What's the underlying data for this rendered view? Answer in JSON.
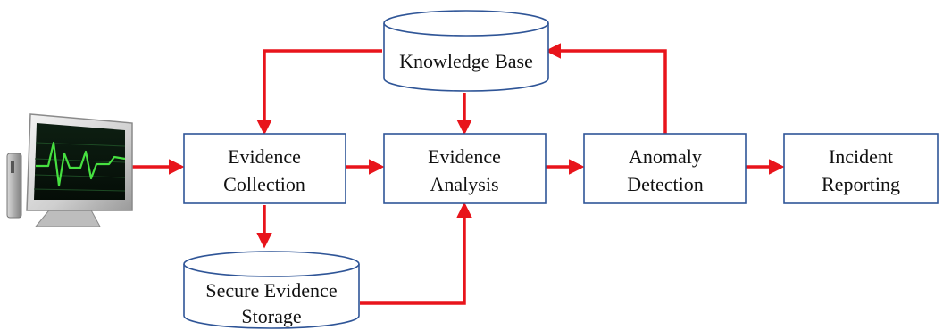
{
  "diagram": {
    "nodes": {
      "knowledge_base": {
        "label_lines": [
          "Knowledge Base"
        ],
        "shape": "cylinder"
      },
      "evidence_collection": {
        "label_lines": [
          "Evidence",
          "Collection"
        ],
        "shape": "rectangle"
      },
      "evidence_analysis": {
        "label_lines": [
          "Evidence",
          "Analysis"
        ],
        "shape": "rectangle"
      },
      "anomaly_detection": {
        "label_lines": [
          "Anomaly",
          "Detection"
        ],
        "shape": "rectangle"
      },
      "incident_reporting": {
        "label_lines": [
          "Incident",
          "Reporting"
        ],
        "shape": "rectangle"
      },
      "secure_evidence_storage": {
        "label_lines": [
          "Secure Evidence",
          "Storage"
        ],
        "shape": "cylinder"
      },
      "monitor": {
        "shape": "icon",
        "icon": "computer-monitor-icon"
      }
    },
    "edges": [
      {
        "from": "monitor",
        "to": "evidence_collection"
      },
      {
        "from": "evidence_collection",
        "to": "evidence_analysis"
      },
      {
        "from": "evidence_analysis",
        "to": "anomaly_detection"
      },
      {
        "from": "anomaly_detection",
        "to": "incident_reporting"
      },
      {
        "from": "knowledge_base",
        "to": "evidence_collection"
      },
      {
        "from": "knowledge_base",
        "to": "evidence_analysis"
      },
      {
        "from": "anomaly_detection",
        "to": "knowledge_base"
      },
      {
        "from": "evidence_collection",
        "to": "secure_evidence_storage"
      },
      {
        "from": "secure_evidence_storage",
        "to": "evidence_analysis"
      }
    ],
    "colors": {
      "arrow": "#e8141b",
      "node_border": "#2f5597",
      "node_fill": "#ffffff",
      "text": "#111111",
      "screen_trace": "#46e040"
    }
  }
}
